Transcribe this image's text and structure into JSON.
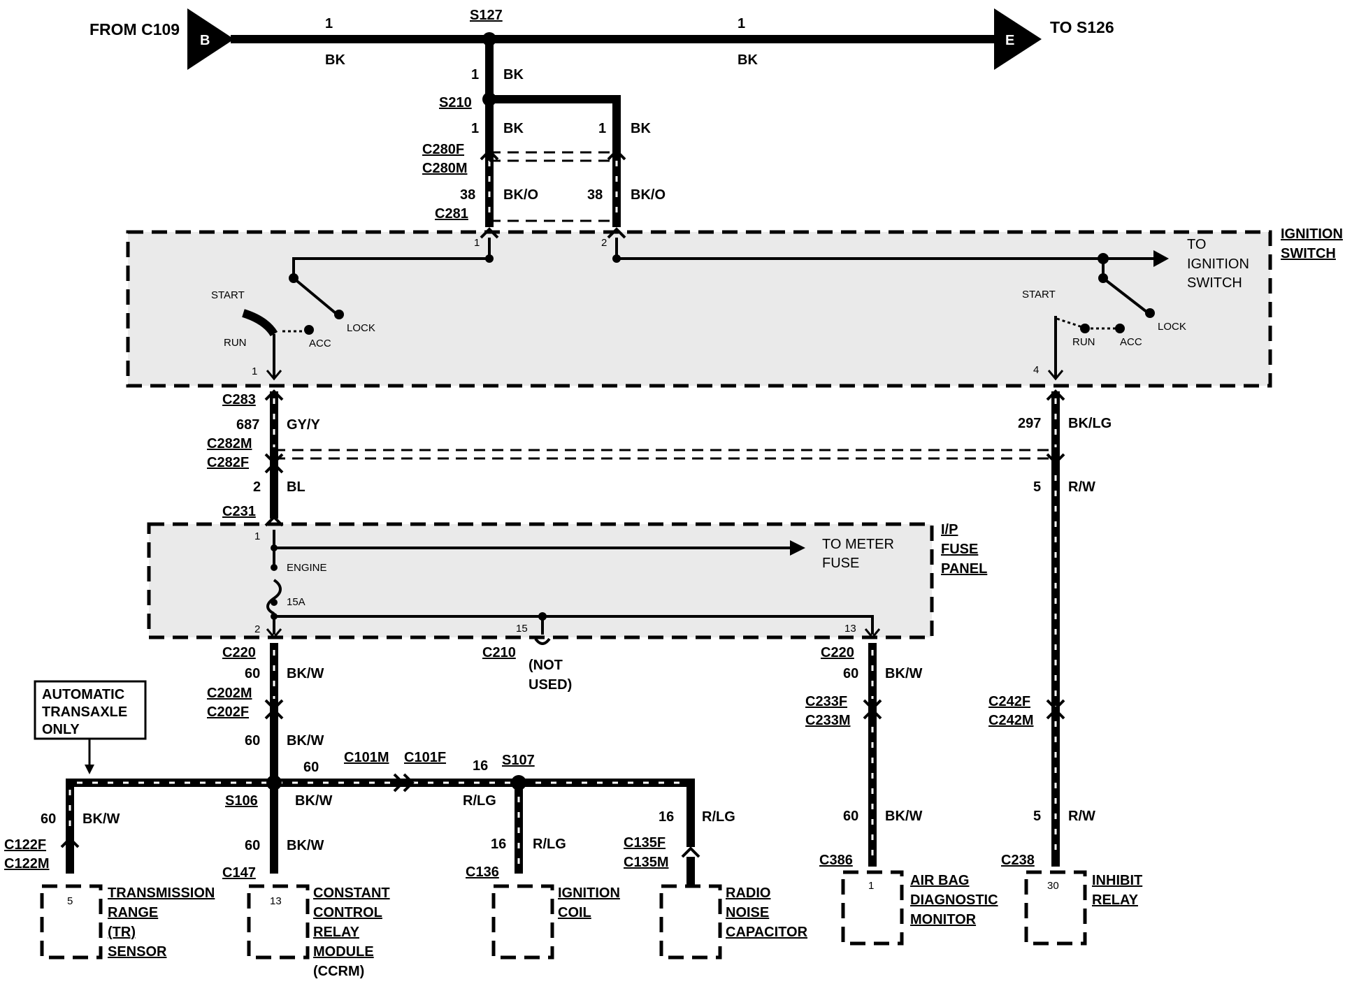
{
  "top": {
    "from_label": "FROM C109",
    "to_label": "TO S126",
    "left_arrow": "B",
    "right_arrow": "E",
    "left_circuit": "1",
    "right_circuit": "1",
    "left_color": "BK",
    "right_color": "BK",
    "splice_top": "S127"
  },
  "upper_feed": {
    "circuit_a": "1",
    "color_a": "BK",
    "splice": "S210",
    "circuit_b": "1",
    "color_b": "BK",
    "circuit_c": "1",
    "color_c": "BK",
    "conn_f": "C280F",
    "conn_m": "C280M",
    "circuit_d": "38",
    "color_d": "BK/O",
    "circuit_e": "38",
    "color_e": "BK/O",
    "conn_c281": "C281"
  },
  "ignition_switch": {
    "title_1": "IGNITION",
    "title_2": "SWITCH",
    "pin1": "1",
    "pin2": "2",
    "to_1": "TO",
    "to_2": "IGNITION",
    "to_3": "SWITCH",
    "left": {
      "start": "START",
      "run": "RUN",
      "acc": "ACC",
      "lock": "LOCK",
      "pin": "1"
    },
    "right": {
      "start": "START",
      "run": "RUN",
      "acc": "ACC",
      "lock": "LOCK",
      "pin": "4"
    }
  },
  "mid_left": {
    "conn_c283": "C283",
    "circuit_687": "687",
    "color_gyy": "GY/Y",
    "conn_c282m": "C282M",
    "conn_c282f": "C282F",
    "circuit_2": "2",
    "color_bl": "BL",
    "conn_c231": "C231"
  },
  "mid_right": {
    "circuit_297": "297",
    "color_bklg": "BK/LG",
    "circuit_5": "5",
    "color_rw": "R/W"
  },
  "fuse_panel": {
    "title_1": "I/P",
    "title_2": "FUSE",
    "title_3": "PANEL",
    "pin1": "1",
    "pin2": "2",
    "pin15": "15",
    "pin13": "13",
    "engine": "ENGINE",
    "rating": "15A",
    "to_meter_1": "TO METER",
    "to_meter_2": "FUSE"
  },
  "lower": {
    "conn_c220_left": "C220",
    "circuit_60_a": "60",
    "color_bkw_a": "BK/W",
    "conn_c202m": "C202M",
    "conn_c202f": "C202F",
    "circuit_60_b": "60",
    "color_bkw_b": "BK/W",
    "conn_c210": "C210",
    "not_used_1": "(NOT",
    "not_used_2": "USED)",
    "conn_c220_right": "C220",
    "circuit_60_c": "60",
    "color_bkw_c": "BK/W",
    "conn_c233f": "C233F",
    "conn_c233m": "C233M",
    "conn_c242f": "C242F",
    "conn_c242m": "C242M",
    "auto_1": "AUTOMATIC",
    "auto_2": "TRANSAXLE",
    "auto_3": "ONLY",
    "circuit_60_h": "60",
    "conn_c101m": "C101M",
    "conn_c101f": "C101F",
    "circuit_16_h": "16",
    "splice_s107": "S107",
    "splice_s106": "S106",
    "color_bkw_h": "BK/W",
    "color_rlg_h": "R/LG",
    "circuit_60_tr": "60",
    "color_bkw_tr": "BK/W",
    "conn_c122f": "C122F",
    "conn_c122m": "C122M",
    "circuit_60_ccrm": "60",
    "color_bkw_ccrm": "BK/W",
    "conn_c147": "C147",
    "circuit_16_coil": "16",
    "color_rlg_coil": "R/LG",
    "conn_c136": "C136",
    "circuit_16_rad": "16",
    "color_rlg_rad": "R/LG",
    "conn_c135f": "C135F",
    "conn_c135m": "C135M",
    "circuit_60_ab": "60",
    "color_bkw_ab": "BK/W",
    "conn_c386": "C386",
    "circuit_5_inh": "5",
    "color_rw_inh": "R/W",
    "conn_c238": "C238"
  },
  "components": {
    "tr": {
      "pin": "5",
      "l1": "TRANSMISSION",
      "l2": "RANGE",
      "l3": "(TR)",
      "l4": "SENSOR"
    },
    "ccrm": {
      "pin": "13",
      "l1": "CONSTANT",
      "l2": "CONTROL",
      "l3": "RELAY",
      "l4": "MODULE",
      "l5": "(CCRM)"
    },
    "coil": {
      "l1": "IGNITION",
      "l2": "COIL"
    },
    "radio": {
      "l1": "RADIO",
      "l2": "NOISE",
      "l3": "CAPACITOR"
    },
    "airbag": {
      "pin": "1",
      "l1": "AIR BAG",
      "l2": "DIAGNOSTIC",
      "l3": "MONITOR"
    },
    "inhibit": {
      "pin": "30",
      "l1": "INHIBIT",
      "l2": "RELAY"
    }
  }
}
